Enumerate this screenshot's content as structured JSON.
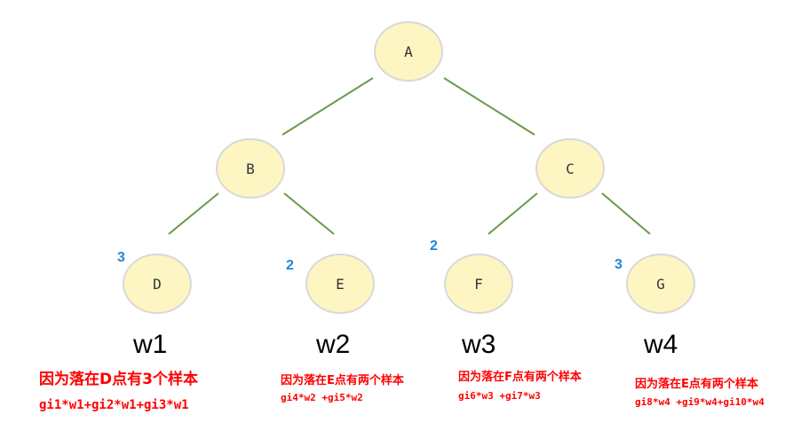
{
  "colors": {
    "node_fill": "#fdf5c2",
    "node_stroke": "#d8d8d8",
    "edge": "#6a9a4a",
    "count_text": "#1e88d6",
    "note_text": "#ff0000"
  },
  "nodes": {
    "a": "A",
    "b": "B",
    "c": "C",
    "d": "D",
    "e": "E",
    "f": "F",
    "g": "G"
  },
  "counts": {
    "d": "3",
    "e": "2",
    "f": "2",
    "g": "3"
  },
  "weights": {
    "w1": "w1",
    "w2": "w2",
    "w3": "w3",
    "w4": "w4"
  },
  "notes": {
    "d_reason": "因为落在D点有3个样本",
    "d_formula": "gi1*w1+gi2*w1+gi3*w1",
    "e_reason": "因为落在E点有两个样本",
    "e_formula": "gi4*w2 +gi5*w2",
    "f_reason": "因为落在F点有两个样本",
    "f_formula": "gi6*w3 +gi7*w3",
    "g_reason": "因为落在E点有两个样本",
    "g_formula": "gi8*w4 +gi9*w4+gi10*w4"
  }
}
